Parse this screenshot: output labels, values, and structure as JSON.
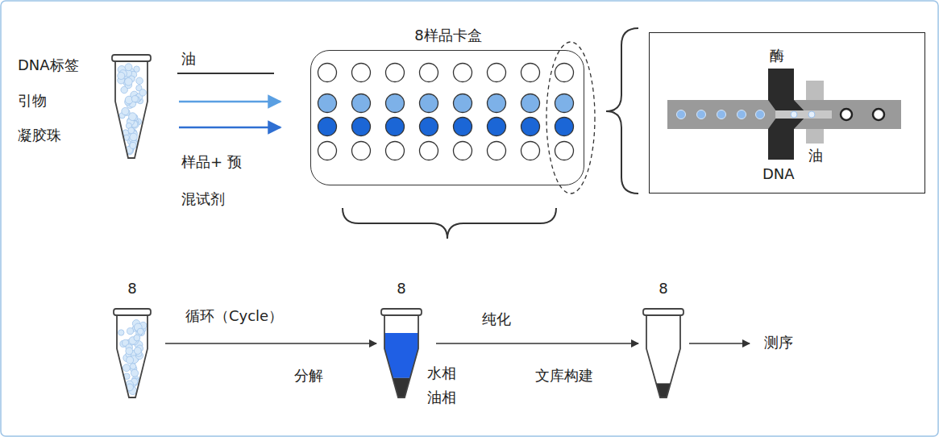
{
  "diagram": {
    "nodes": [
      {
        "text": [
          "8样品卡盒"
        ]
      },
      {
        "text": [
          "酶",
          "油",
          "DNA"
        ]
      },
      {
        "text": [
          "8"
        ]
      },
      {
        "text": [
          "8"
        ]
      },
      {
        "text": [
          "8"
        ]
      }
    ],
    "edges": [
      {
        "from": 2,
        "to": 3,
        "arrow": "to",
        "label": "循环（Cycle）"
      },
      {
        "from": 3,
        "to": 4,
        "arrow": "to",
        "label": "纯化"
      }
    ],
    "labels": [
      "DNA标签",
      "引物",
      "凝胶珠",
      "油",
      "样品+ 预混试剂",
      "分解",
      "文库构建",
      "水相",
      "油相",
      "测序"
    ]
  }
}
